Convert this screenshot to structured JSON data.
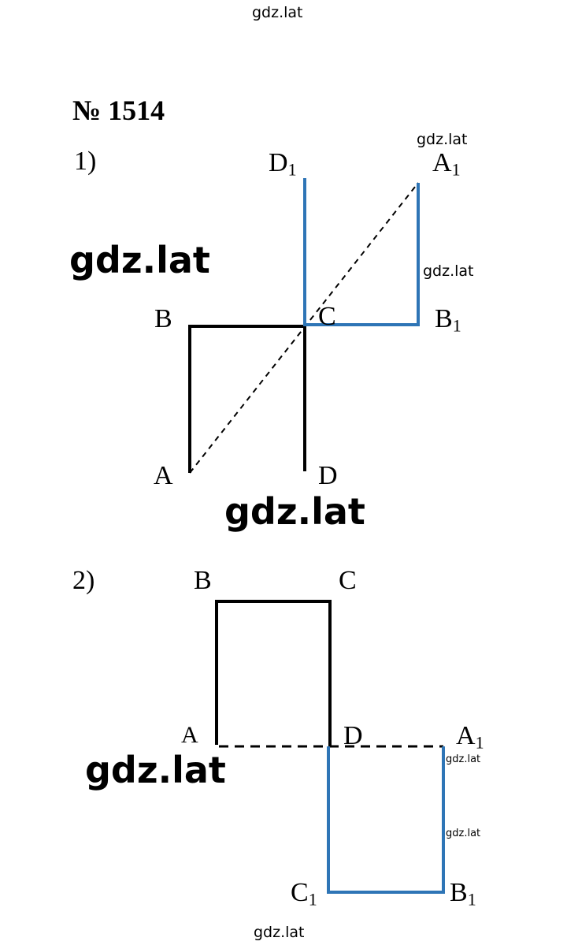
{
  "watermark": "gdz.lat",
  "problem_title": "№ 1514",
  "parts": {
    "part1_label": "1)",
    "part2_label": "2)"
  },
  "figure1": {
    "labels": {
      "A": "A",
      "B": "B",
      "C": "C",
      "D": "D",
      "A1": "A",
      "B1": "B",
      "D1": "D",
      "sub": "1"
    }
  },
  "figure2": {
    "labels": {
      "A": "A",
      "B": "B",
      "C": "C",
      "D": "D",
      "A1": "A",
      "B1": "B",
      "C1": "C",
      "sub": "1"
    }
  },
  "colors": {
    "original_figure": "#000000",
    "image_figure": "#2e75b6",
    "dashed": "#000000"
  }
}
